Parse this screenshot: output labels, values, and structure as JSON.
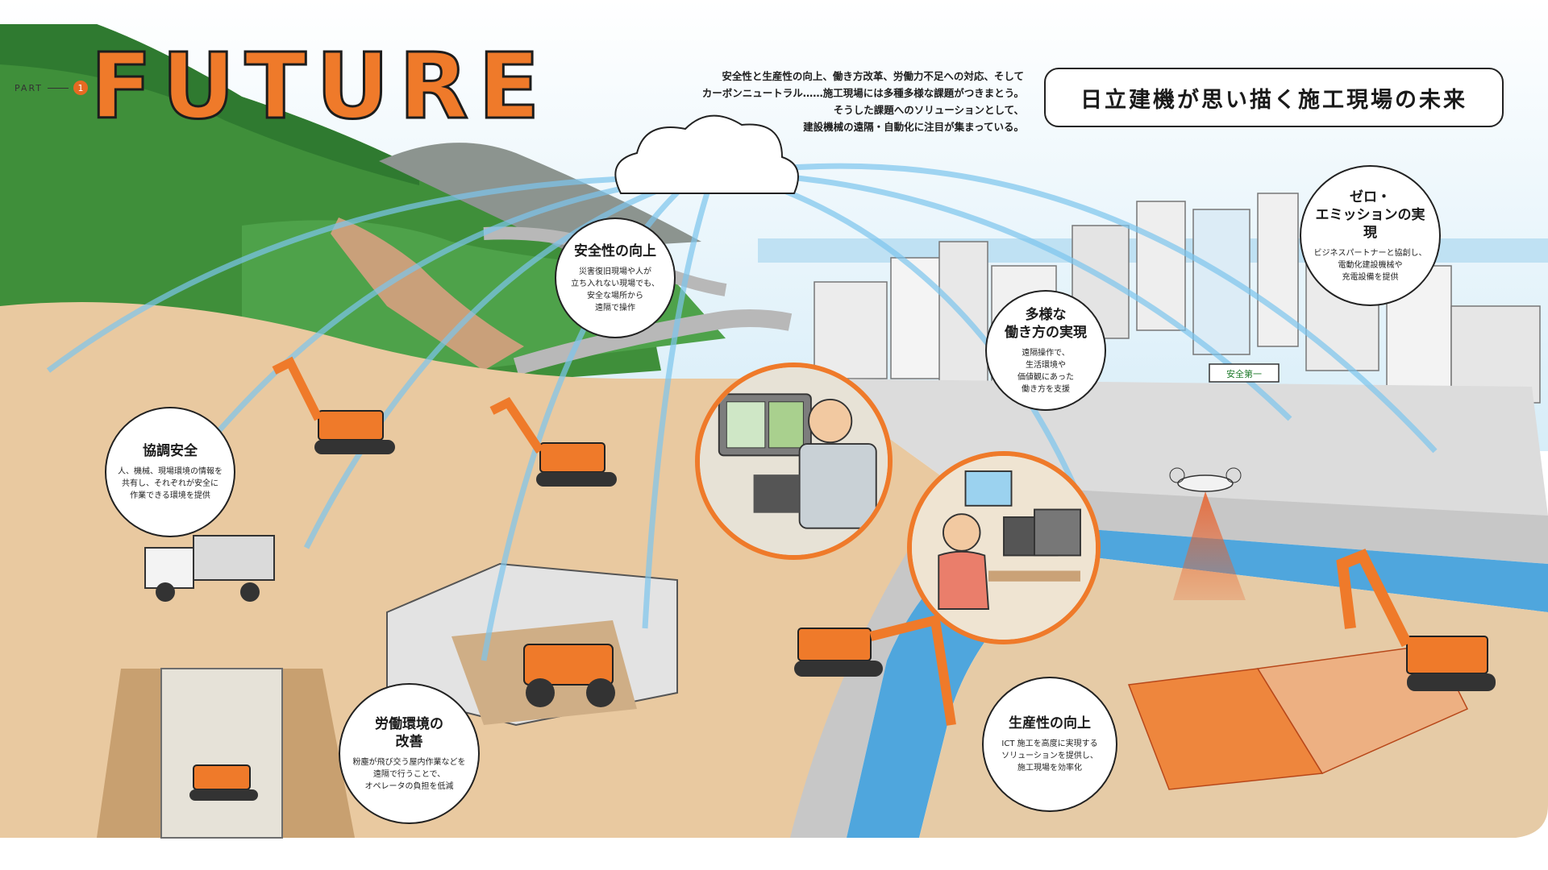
{
  "header": {
    "part_label": "PART",
    "part_number": "1",
    "title": "FUTURE",
    "intro": [
      "安全性と生産性の向上、働き方改革、労働力不足への対応、そして",
      "カーボンニュートラル……施工現場には多種多様な課題がつきまとう。",
      "そうした課題へのソリューションとして、",
      "建設機械の遠隔・自動化に注目が集まっている。"
    ],
    "headline": "日立建機が思い描く施工現場の未来"
  },
  "bubbles": {
    "safety": {
      "title": "安全性の向上",
      "desc": [
        "災害復旧現場や人が",
        "立ち入れない現場でも、",
        "安全な場所から",
        "遠隔で操作"
      ]
    },
    "cooperative": {
      "title": "協調安全",
      "desc": [
        "人、機械、現場環境の情報を",
        "共有し、それぞれが安全に",
        "作業できる環境を提供"
      ]
    },
    "work_styles": {
      "title_lines": [
        "多様な",
        "働き方の実現"
      ],
      "desc": [
        "遠隔操作で、",
        "生活環境や",
        "価値観にあった",
        "働き方を支援"
      ]
    },
    "zero_emission": {
      "title_lines": [
        "ゼロ・",
        "エミッションの実現"
      ],
      "desc": [
        "ビジネスパートナーと協創し、",
        "電動化建設機械や",
        "充電設備を提供"
      ]
    },
    "labor_env": {
      "title_lines": [
        "労働環境の",
        "改善"
      ],
      "desc": [
        "粉塵が飛び交う屋内作業などを",
        "遠隔で行うことで、",
        "オペレータの負担を低減"
      ]
    },
    "productivity": {
      "title": "生産性の向上",
      "desc": [
        "ICT 施工を高度に実現する",
        "ソリューションを提供し、",
        "施工現場を効率化"
      ]
    }
  },
  "scene": {
    "site_sign": "安全第一",
    "colors": {
      "machine_orange": "#ef7a2a",
      "signal_blue": "#7cc4ec",
      "forest_green": "#3f8f3a",
      "ground_tan": "#e9c9a0",
      "river_blue": "#4fa6dd",
      "sky_blue": "#cfe9f6"
    }
  }
}
